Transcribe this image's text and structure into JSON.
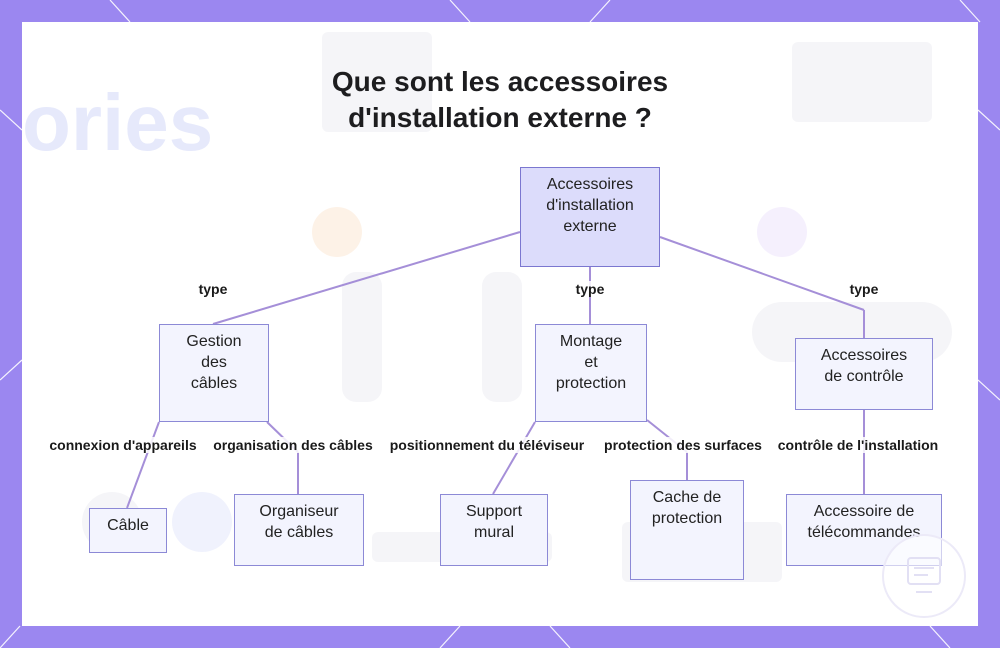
{
  "title": {
    "line1": "Que sont les accessoires",
    "line2": "d'installation externe ?"
  },
  "root": {
    "lines": [
      "Accessoires",
      "d'installation",
      "externe"
    ]
  },
  "categories": [
    {
      "edge_label": "type",
      "lines": [
        "Gestion",
        "des",
        "câbles"
      ],
      "children": [
        {
          "edge_label": "connexion d'appareils",
          "lines": [
            "Câble"
          ]
        },
        {
          "edge_label": "organisation des câbles",
          "lines": [
            "Organiseur",
            "de câbles"
          ]
        }
      ]
    },
    {
      "edge_label": "type",
      "lines": [
        "Montage",
        "et",
        "protection"
      ],
      "children": [
        {
          "edge_label": "positionnement du téléviseur",
          "lines": [
            "Support",
            "mural"
          ]
        },
        {
          "edge_label": "protection des surfaces",
          "lines": [
            "Cache de",
            "protection"
          ]
        }
      ]
    },
    {
      "edge_label": "type",
      "lines": [
        "Accessoires",
        "de contrôle"
      ],
      "children": [
        {
          "edge_label": "contrôle de l'installation",
          "lines": [
            "Accessoire de",
            "télécommandes"
          ]
        }
      ]
    }
  ],
  "colors": {
    "frame": "#9b87f0",
    "node_fill": "#f3f4fe",
    "root_fill": "#dcdcfb",
    "node_border": "#8c89d6",
    "connector": "#a58fd8"
  }
}
